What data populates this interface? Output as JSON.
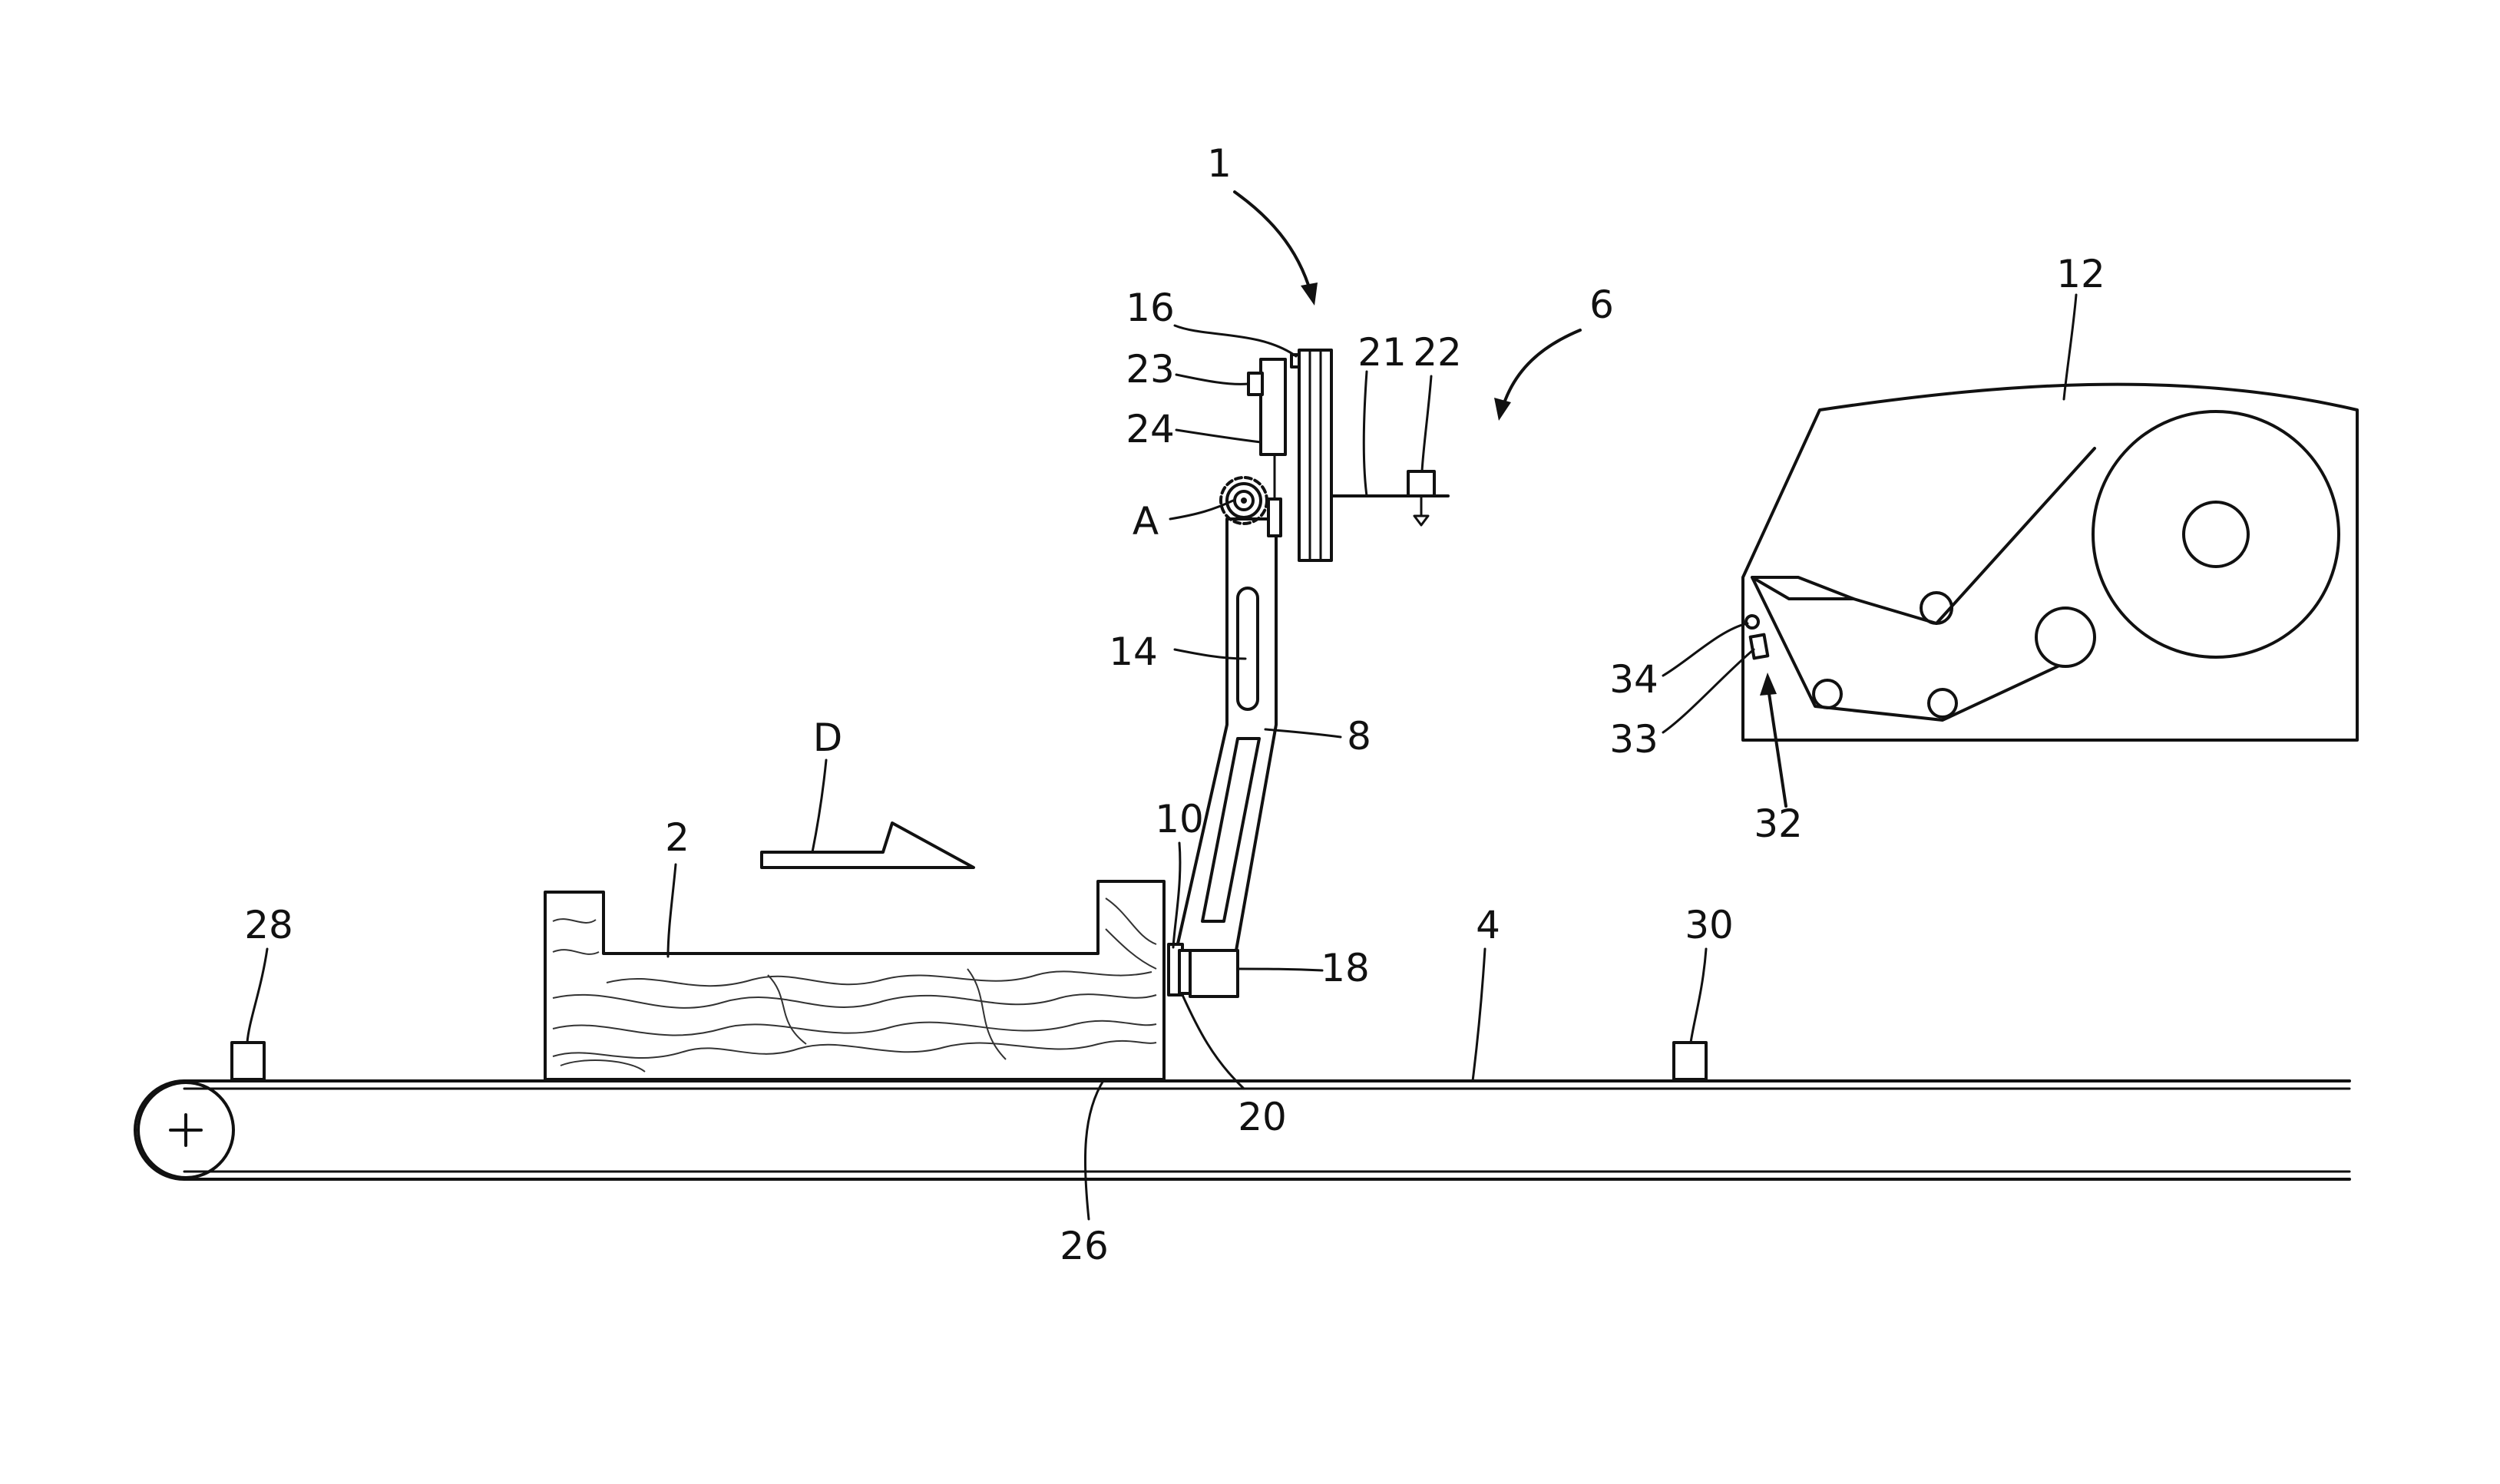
{
  "figure": {
    "labels": {
      "ref_1": "1",
      "ref_2": "2",
      "ref_4": "4",
      "ref_6": "6",
      "ref_8": "8",
      "ref_10": "10",
      "ref_12": "12",
      "ref_14": "14",
      "ref_16": "16",
      "ref_18": "18",
      "ref_20": "20",
      "ref_21": "21",
      "ref_22": "22",
      "ref_23": "23",
      "ref_24": "24",
      "ref_26": "26",
      "ref_28": "28",
      "ref_30": "30",
      "ref_32": "32",
      "ref_33": "33",
      "ref_34": "34",
      "ref_A": "A",
      "ref_D": "D"
    }
  }
}
